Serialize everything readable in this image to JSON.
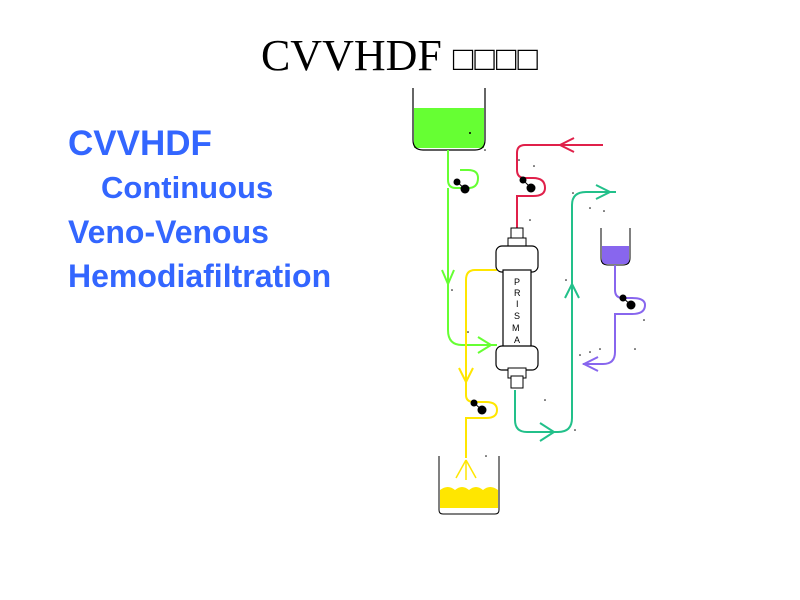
{
  "title": {
    "main": "CVVHDF",
    "suffix": "□□□□"
  },
  "bullets": {
    "line1": "CVVHDF",
    "line2": "Continuous",
    "line3": "Veno-Venous",
    "line4": "Hemodiafiltration"
  },
  "diagram": {
    "filter_letters": [
      "P",
      "R",
      "I",
      "S",
      "M",
      "A"
    ],
    "colors": {
      "replacement_fluid": "#66ff33",
      "blood_in": "#e0204a",
      "blood_out": "#22c08a",
      "dialysate": "#8866ee",
      "effluent": "#ffe600",
      "text_blue": "#3366ff"
    }
  }
}
